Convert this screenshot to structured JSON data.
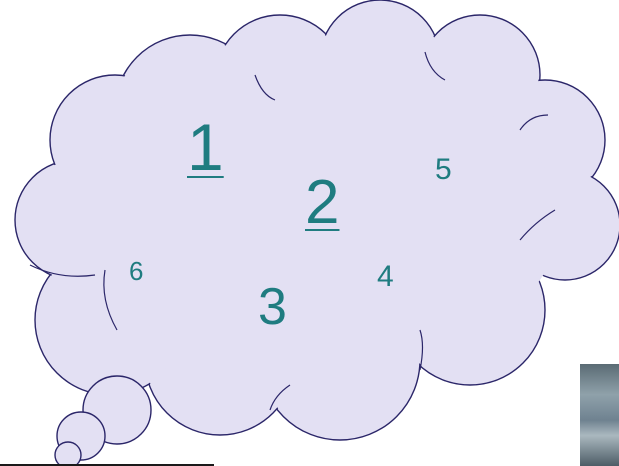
{
  "numbers": {
    "n1": "1",
    "n2": "2",
    "n3": "3",
    "n4": "4",
    "n5": "5",
    "n6": "6"
  },
  "colors": {
    "cloud_fill": "#e3e0f3",
    "cloud_stroke": "#2b2669",
    "number_text": "#1f7c80"
  }
}
